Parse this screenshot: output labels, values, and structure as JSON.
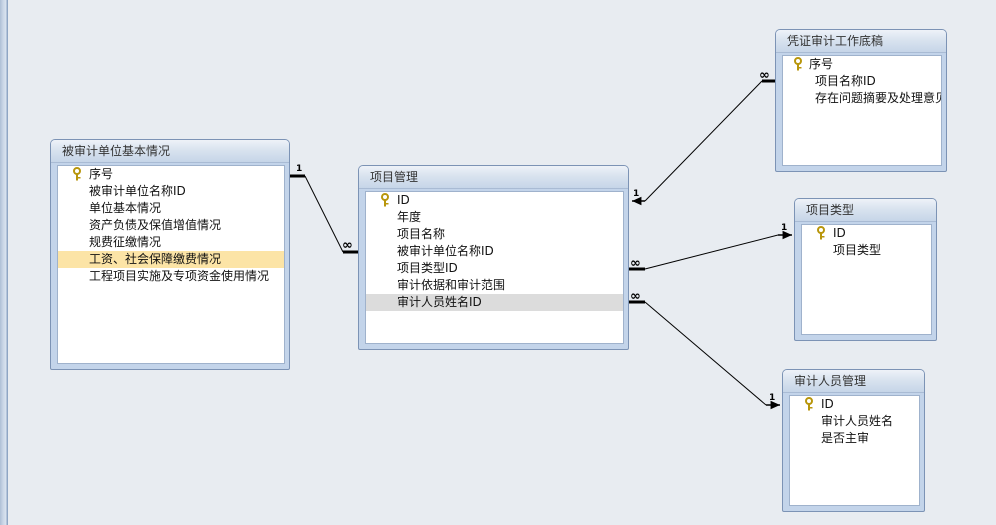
{
  "tables": {
    "audited_unit": {
      "title": "被审计单位基本情况",
      "fields": [
        "序号",
        "被审计单位名称ID",
        "单位基本情况",
        "资产负债及保值增值情况",
        "规费征缴情况",
        "工资、社会保障缴费情况",
        "工程项目实施及专项资金使用情况"
      ]
    },
    "project_mgmt": {
      "title": "项目管理",
      "fields": [
        "ID",
        "年度",
        "项目名称",
        "被审计单位名称ID",
        "项目类型ID",
        "审计依据和审计范围",
        "审计人员姓名ID"
      ]
    },
    "voucher_draft": {
      "title": "凭证审计工作底稿",
      "fields": [
        "序号",
        "项目名称ID",
        "存在问题摘要及处理意见"
      ]
    },
    "project_type": {
      "title": "项目类型",
      "fields": [
        "ID",
        "项目类型"
      ]
    },
    "auditor_mgmt": {
      "title": "审计人员管理",
      "fields": [
        "ID",
        "审计人员姓名",
        "是否主审"
      ]
    }
  },
  "relations": {
    "one": "1",
    "many": "∞"
  },
  "colors": {
    "background": "#e8ecf1",
    "title_bar": "#d4e0ee",
    "selected_yellow": "#fce4a6",
    "selected_gray": "#dcdcdc",
    "line": "#000000"
  }
}
